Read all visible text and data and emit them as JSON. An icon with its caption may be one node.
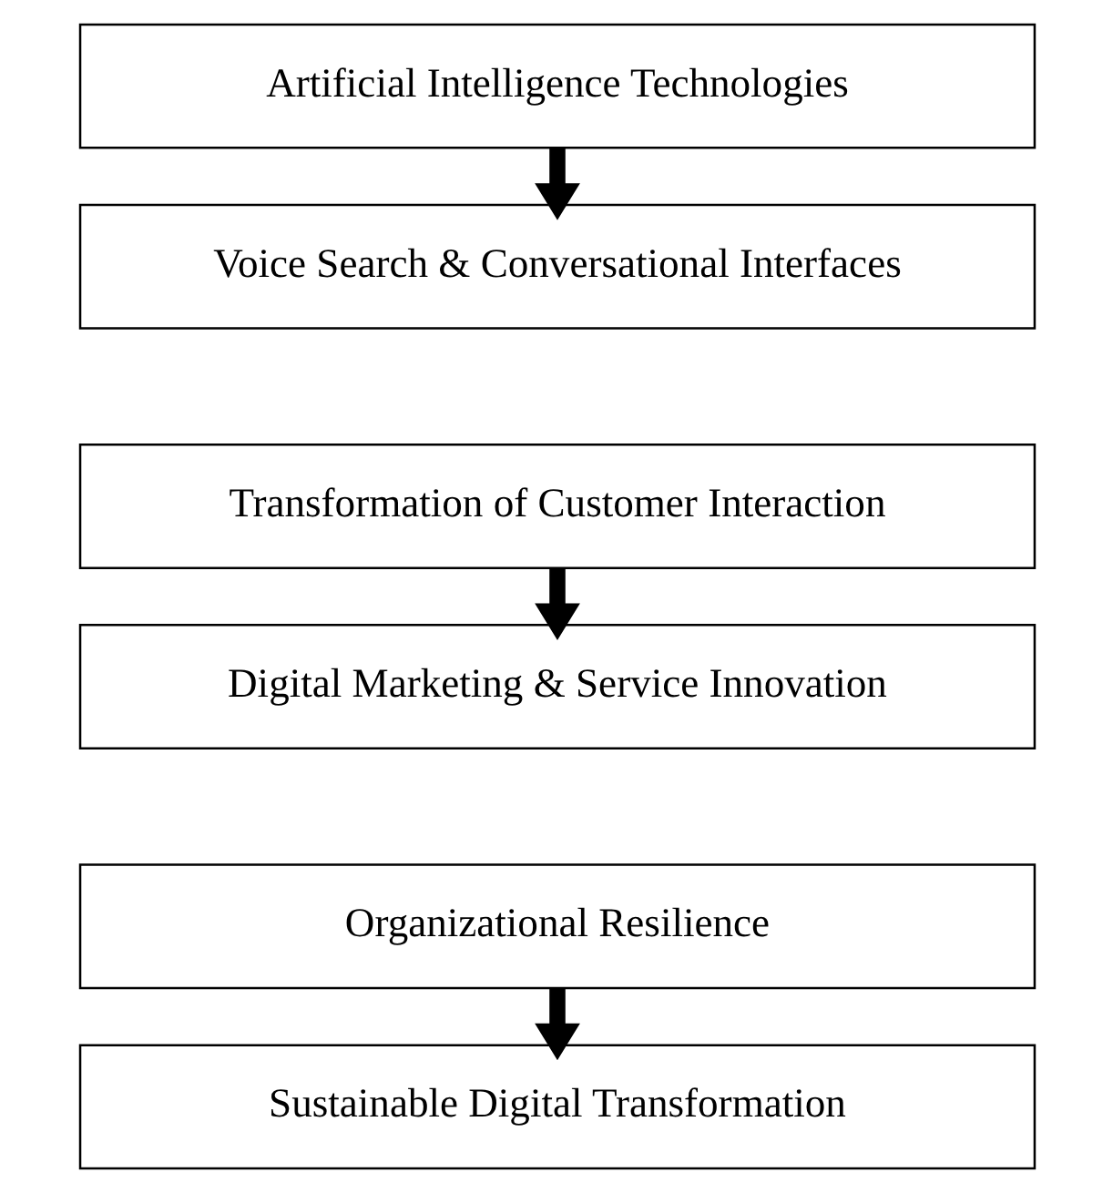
{
  "diagram": {
    "nodes": [
      {
        "text": [
          "Artificial Intelligence Technologies"
        ]
      },
      {
        "text": [
          "Voice Search & Conversational Interfaces"
        ]
      },
      {
        "text": [
          "Transformation of Customer Interaction"
        ]
      },
      {
        "text": [
          "Digital Marketing & Service Innovation"
        ]
      },
      {
        "text": [
          "Organizational Resilience"
        ]
      },
      {
        "text": [
          "Sustainable Digital Transformation"
        ]
      }
    ],
    "edges": [
      {
        "from": 0,
        "to": 1,
        "arrow": "to"
      },
      {
        "from": 2,
        "to": 3,
        "arrow": "to"
      },
      {
        "from": 4,
        "to": 5,
        "arrow": "to"
      }
    ]
  }
}
